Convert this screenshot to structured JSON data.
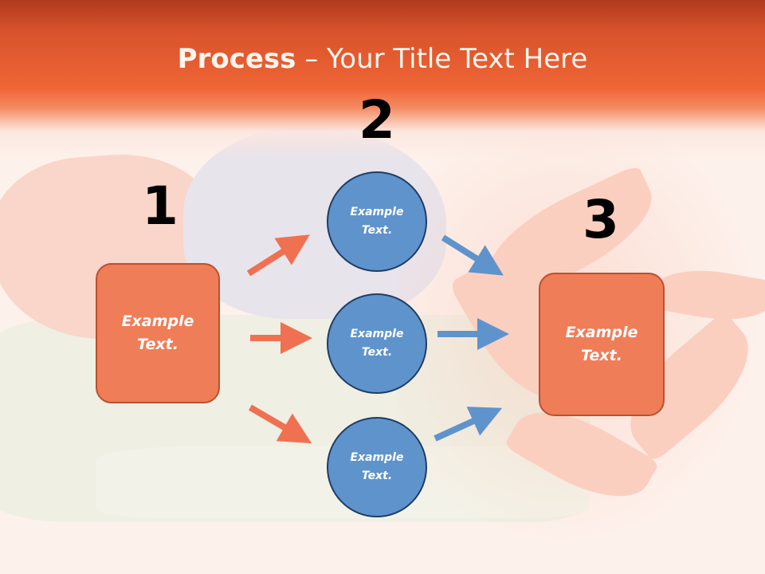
{
  "title": {
    "bold": "Process",
    "separator": " – ",
    "rest": "Your Title Text Here"
  },
  "steps": {
    "n1": "1",
    "n2": "2",
    "n3": "3"
  },
  "left_box": {
    "line1": "Example",
    "line2": "Text."
  },
  "circles": [
    {
      "line1": "Example",
      "line2": "Text."
    },
    {
      "line1": "Example",
      "line2": "Text."
    },
    {
      "line1": "Example",
      "line2": "Text."
    }
  ],
  "right_box": {
    "line1": "Example",
    "line2": "Text."
  },
  "colors": {
    "header": "#ef6535",
    "box_fill": "#ef7d58",
    "circle_fill": "#5f93cc",
    "orange_arrow": "#ef7151",
    "blue_arrow": "#5f93cc"
  },
  "icons": {
    "left_arrows": "arrow-right",
    "right_arrows": "arrow-right"
  }
}
